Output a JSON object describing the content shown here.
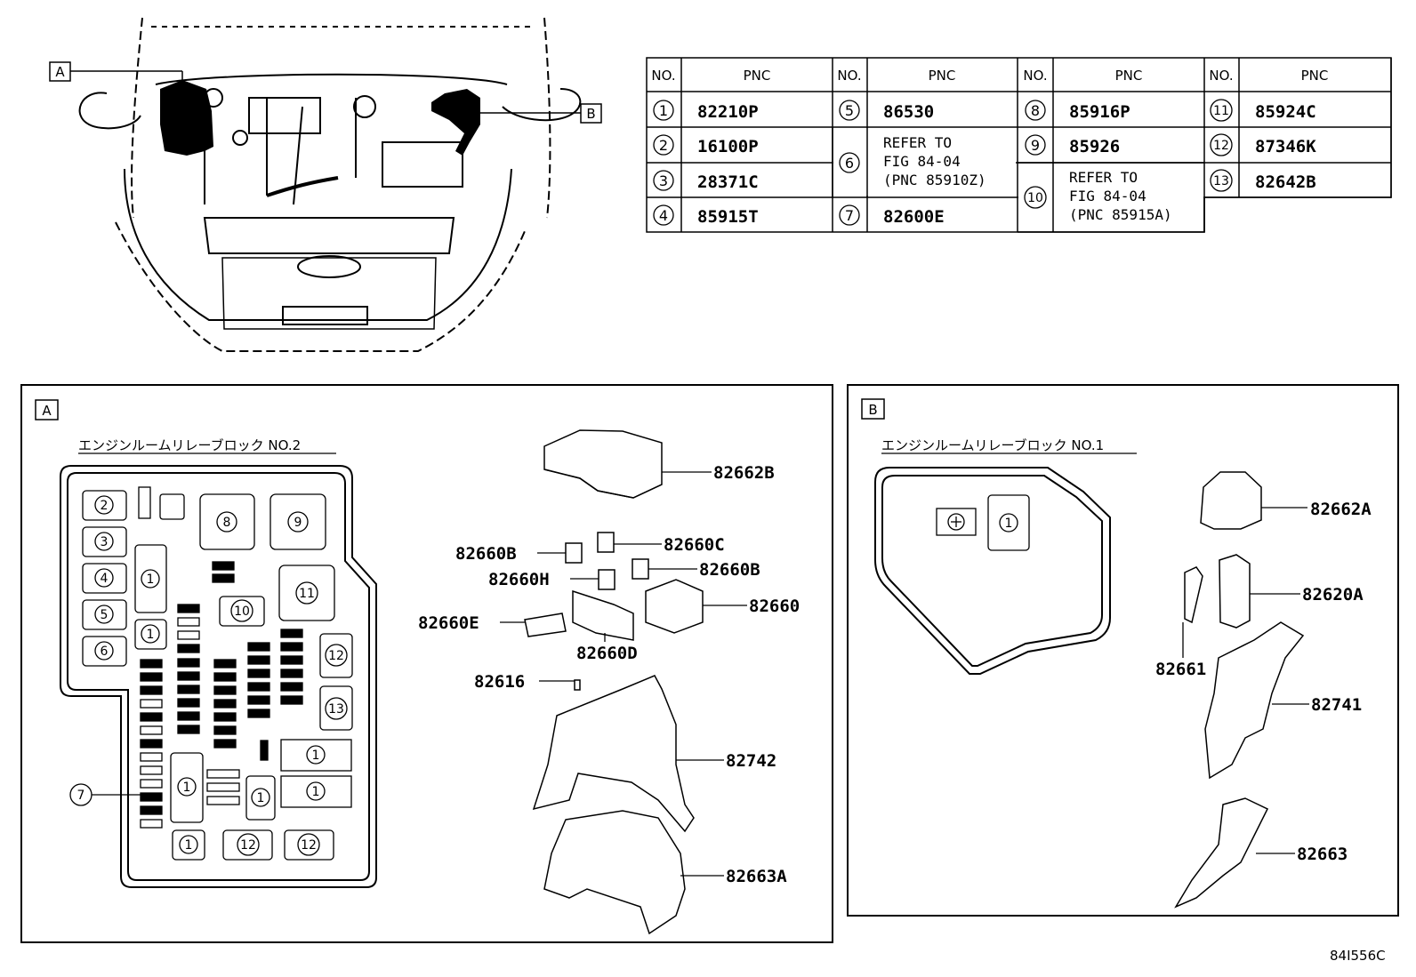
{
  "callouts": {
    "a": "A",
    "b": "B"
  },
  "table": {
    "col_no": "NO.",
    "col_pnc": "PNC",
    "rows": [
      {
        "no": "1",
        "pnc": "82210P"
      },
      {
        "no": "2",
        "pnc": "16100P"
      },
      {
        "no": "3",
        "pnc": "28371C"
      },
      {
        "no": "4",
        "pnc": "85915T"
      },
      {
        "no": "5",
        "pnc": "86530"
      },
      {
        "no": "6",
        "ref1": "REFER TO",
        "ref2": "FIG 84-04",
        "ref3": "(PNC 85910Z)"
      },
      {
        "no": "7",
        "pnc": "82600E"
      },
      {
        "no": "8",
        "pnc": "85916P"
      },
      {
        "no": "9",
        "pnc": "85926"
      },
      {
        "no": "10",
        "ref1": "REFER TO",
        "ref2": "FIG 84-04",
        "ref3": "(PNC 85915A)"
      },
      {
        "no": "11",
        "pnc": "85924C"
      },
      {
        "no": "12",
        "pnc": "87346K"
      },
      {
        "no": "13",
        "pnc": "82642B"
      }
    ]
  },
  "panel_a": {
    "tag": "A",
    "title": "エンジンルームリレーブロック NO.2",
    "parts": [
      "82662B",
      "82660B",
      "82660C",
      "82660H",
      "82660B",
      "82660",
      "82660E",
      "82660D",
      "82616",
      "82742",
      "82663A"
    ],
    "pointer_7": "7"
  },
  "panel_b": {
    "tag": "B",
    "title": "エンジンルームリレーブロック NO.1",
    "parts": [
      "82662A",
      "82620A",
      "82661",
      "82741",
      "82663"
    ]
  },
  "footer_code": "84I556C"
}
